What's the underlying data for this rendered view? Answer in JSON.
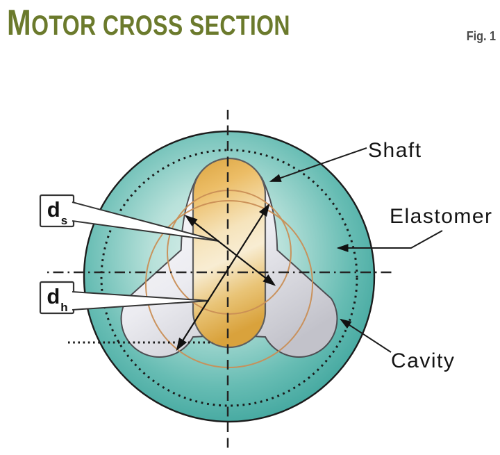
{
  "header": {
    "title_initial": "M",
    "title_rest": "otor cross section",
    "fig_label": "Fig. 1"
  },
  "labels": {
    "shaft": "Shaft",
    "elastomer": "Elastomer",
    "cavity": "Cavity"
  },
  "dimension_boxes": {
    "ds": {
      "base": "d",
      "sub": "s"
    },
    "dh": {
      "base": "d",
      "sub": "h"
    }
  },
  "colors": {
    "title_olive": "#6b7a2c",
    "elastomer_teal": "#3aa29a",
    "shaft_gold": "#e8b455",
    "cavity_gray": "#e2e2e8",
    "orange_circle": "#c98e55",
    "line_black": "#1a1a1a"
  }
}
